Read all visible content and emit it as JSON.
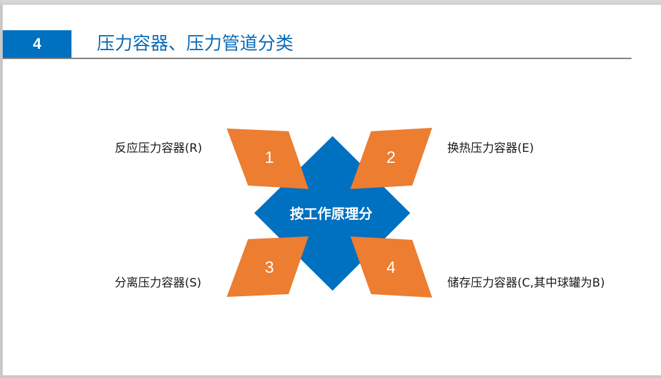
{
  "slide": {
    "section_number": "4",
    "title": "压力容器、压力管道分类"
  },
  "diagram": {
    "center_label": "按工作原理分",
    "colors": {
      "center": "#0070c0",
      "petal": "#ed7d31",
      "petal_text": "#ffffff",
      "title": "#0a6bb8",
      "section_badge": "#0070c0",
      "rule": "#808080"
    },
    "items": [
      {
        "number": "1",
        "label": "反应压力容器(R)"
      },
      {
        "number": "2",
        "label": "换热压力容器(E)"
      },
      {
        "number": "3",
        "label": "分离压力容器(S)"
      },
      {
        "number": "4",
        "label": "储存压力容器(C,其中球罐为B)"
      }
    ]
  }
}
